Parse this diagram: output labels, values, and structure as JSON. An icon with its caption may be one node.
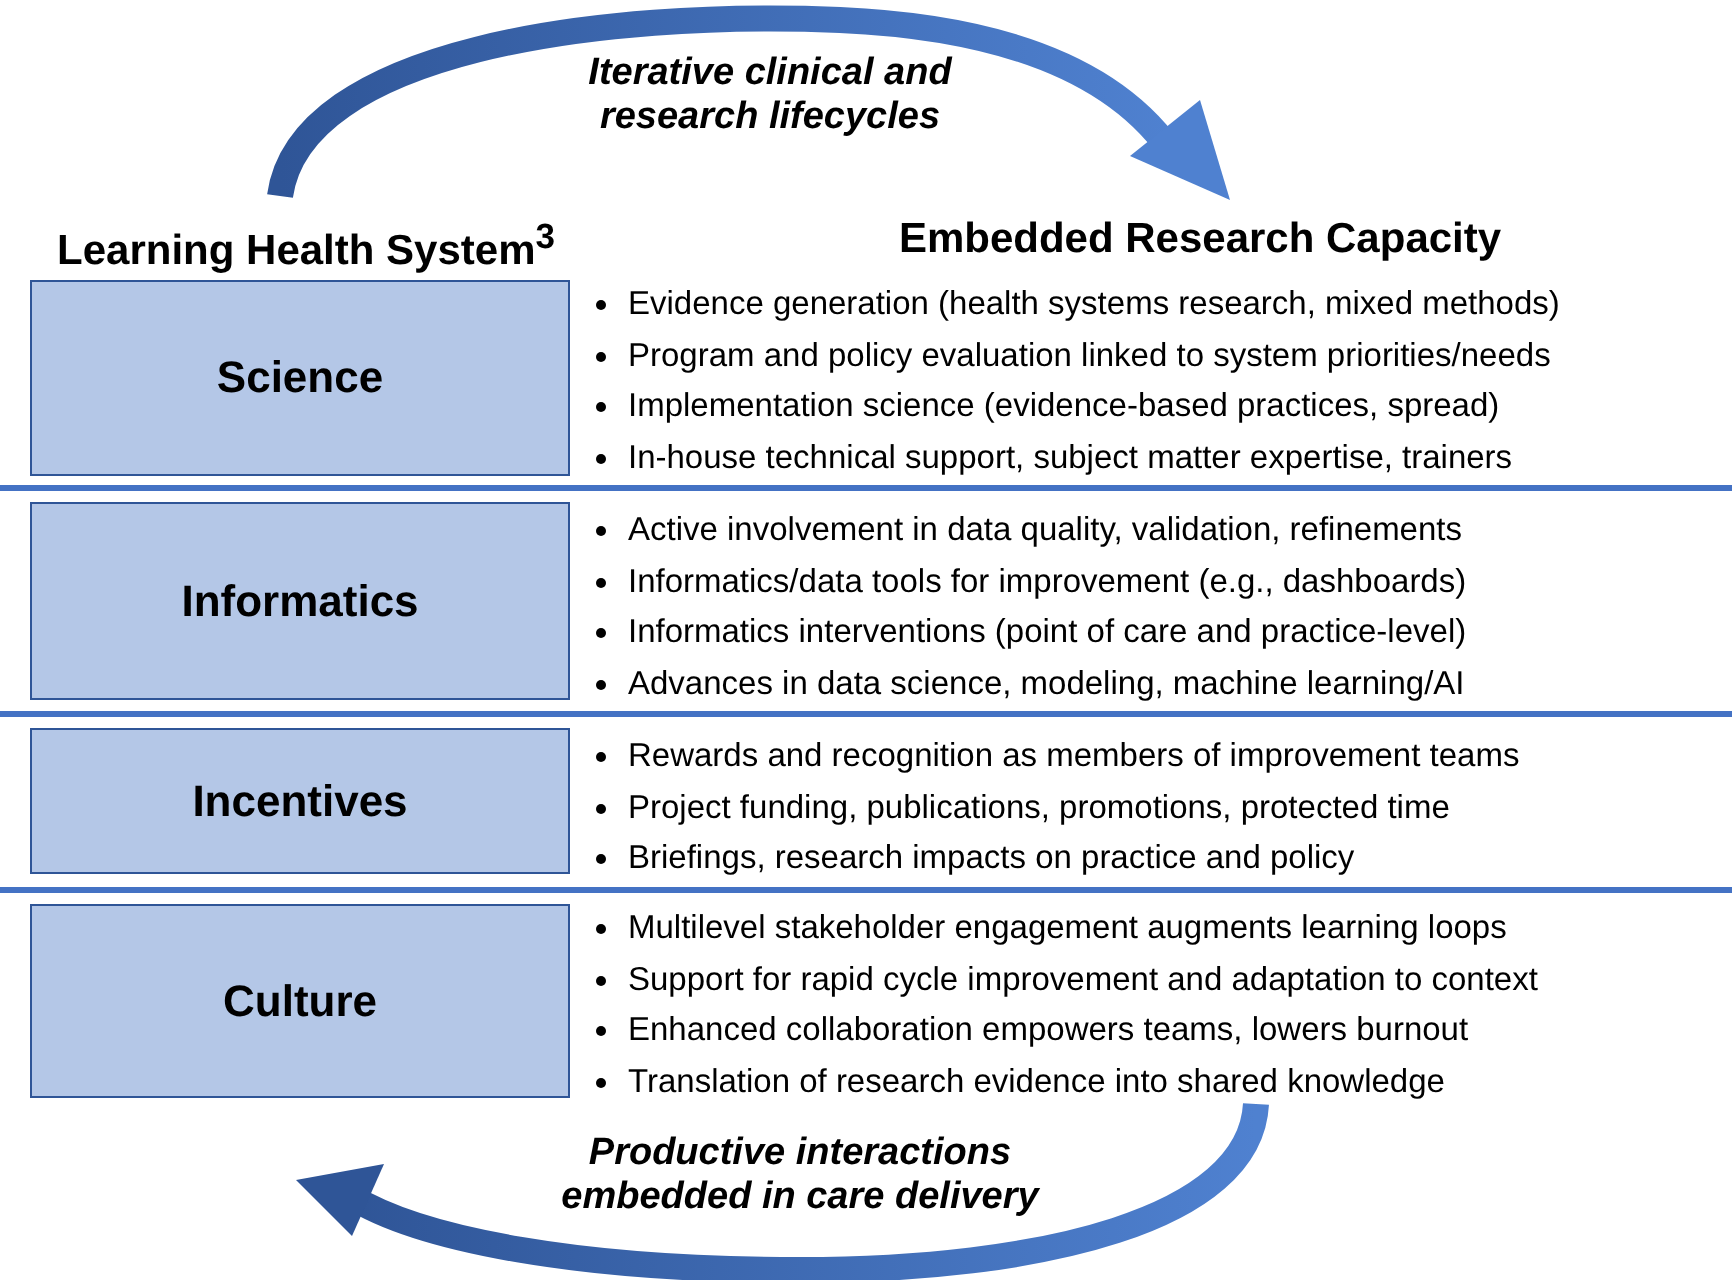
{
  "diagram": {
    "nodes": [
      {
        "text": [
          "Science"
        ],
        "beside": [
          "Evidence generation (health systems research, mixed methods)",
          "Program and policy evaluation linked to system priorities/needs",
          "Implementation science (evidence-based practices, spread)",
          "In-house technical support, subject matter expertise, trainers"
        ]
      },
      {
        "text": [
          "Informatics"
        ],
        "beside": [
          "Active involvement in data quality, validation, refinements",
          "Informatics/data tools for improvement (e.g., dashboards)",
          "Informatics interventions (point of care and practice-level)",
          "Advances in data science, modeling, machine learning/AI"
        ]
      },
      {
        "text": [
          "Incentives"
        ],
        "beside": [
          "Rewards and recognition as members of improvement teams",
          "Project funding, publications, promotions, protected time",
          "Briefings, research impacts on practice and policy"
        ]
      },
      {
        "text": [
          "Culture"
        ],
        "beside": [
          "Multilevel stakeholder engagement augments learning loops",
          "Support for rapid cycle improvement and adaptation to context",
          "Enhanced collaboration empowers teams, lowers burnout",
          "Translation of research evidence into shared knowledge"
        ]
      }
    ],
    "labels": [
      "Iterative clinical and research lifecycles",
      "Learning Health System$^{3}$",
      "Embedded Research Capacity",
      "Productive interactions embedded in care delivery"
    ]
  }
}
